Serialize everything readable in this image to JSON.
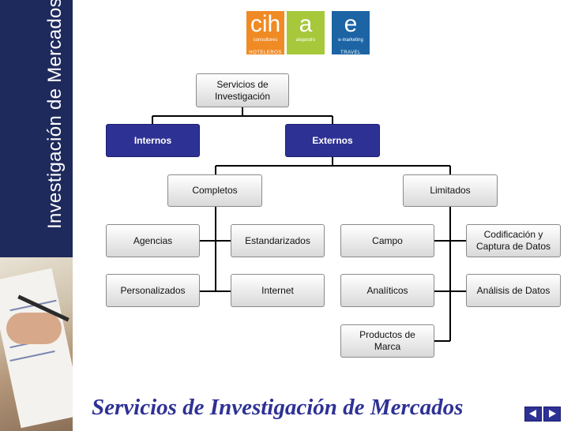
{
  "sidebar": {
    "title": "Investigación de Mercados"
  },
  "logos": {
    "cih": {
      "big": "cih",
      "small": "consultores",
      "caption": "HOTELEROS"
    },
    "a": {
      "big": "a",
      "small": "alejandro",
      "caption": ""
    },
    "e": {
      "big": "e",
      "small": "e-marketing",
      "caption": "TRAVEL"
    }
  },
  "diagram": {
    "root": "Servicios de Investigación",
    "internos": "Internos",
    "externos": "Externos",
    "completos": "Completos",
    "limitados": "Limitados",
    "agencias": "Agencias",
    "estandarizados": "Estandarizados",
    "personalizados": "Personalizados",
    "internet": "Internet",
    "campo": "Campo",
    "codificacion": "Codificación y Captura de Datos",
    "analiticos": "Analíticos",
    "analisis": "Análisis de Datos",
    "productos": "Productos de Marca"
  },
  "footer": {
    "title": "Servicios de Investigación de Mercados"
  },
  "colors": {
    "navy": "#2e3194",
    "sidebar": "#1f2a5c",
    "box_border": "#8a8a8a"
  },
  "nav": {
    "prev_icon": "triangle-left-icon",
    "next_icon": "triangle-right-icon"
  }
}
